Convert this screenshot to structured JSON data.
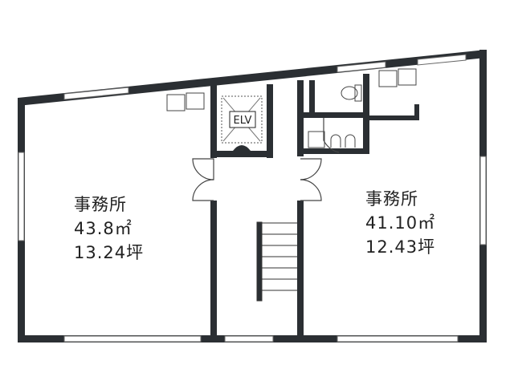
{
  "rooms": [
    {
      "name": "事務所",
      "area_m2": "43.8㎡",
      "area_tsubo": "13.24坪"
    },
    {
      "name": "事務所",
      "area_m2": "41.10㎡",
      "area_tsubo": "12.43坪"
    }
  ],
  "elevator_label": "ELV",
  "colors": {
    "wall": "#2b2f33",
    "line": "#444444"
  }
}
